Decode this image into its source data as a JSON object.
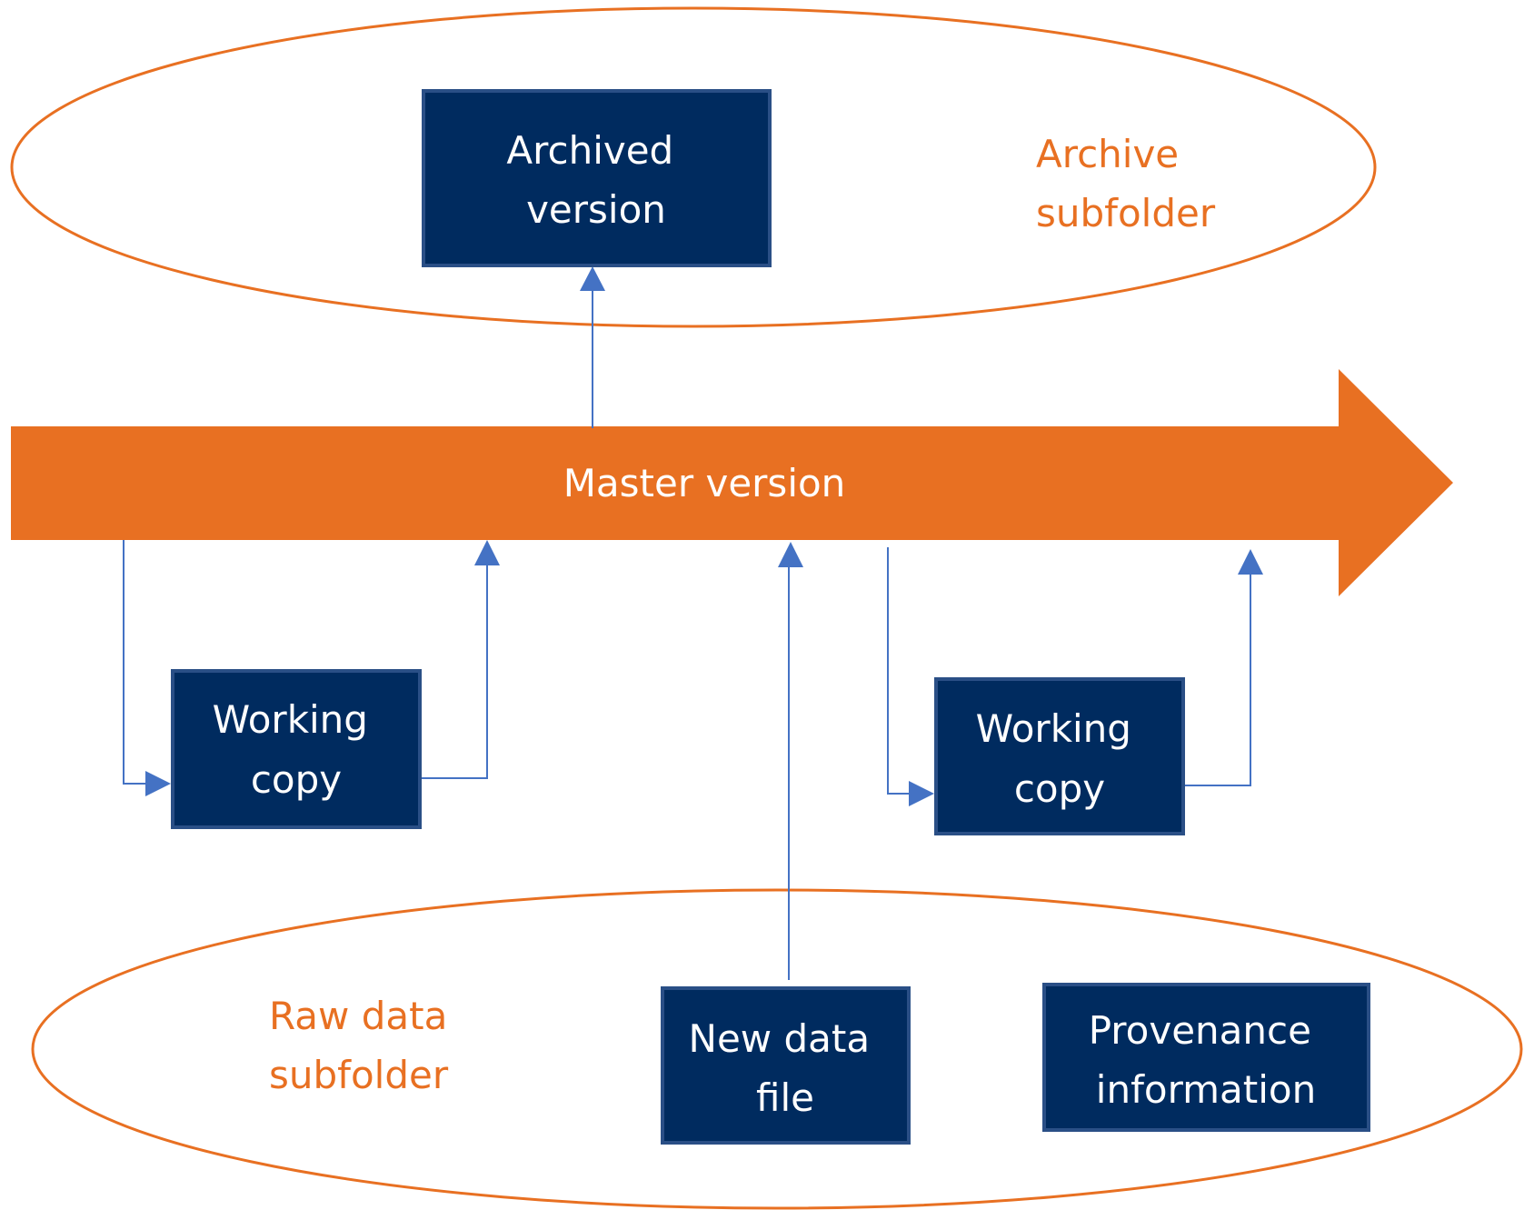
{
  "colors": {
    "accent_orange": "#e87022",
    "box_navy": "#002b5f",
    "box_border": "#2a4f86",
    "connector_blue": "#4472c4",
    "background": "#ffffff"
  },
  "archive_zone": {
    "label_line1": "Archive",
    "label_line2": "subfolder",
    "archived_box": {
      "line1": "Archived",
      "line2": "version"
    }
  },
  "master_flow": {
    "label": "Master version"
  },
  "working_copies": [
    {
      "line1": "Working",
      "line2": "copy"
    },
    {
      "line1": "Working",
      "line2": "copy"
    }
  ],
  "raw_zone": {
    "label_line1": "Raw data",
    "label_line2": "subfolder",
    "new_data_box": {
      "line1": "New data",
      "line2": "file"
    },
    "provenance_box": {
      "line1": "Provenance",
      "line2": "information"
    }
  }
}
